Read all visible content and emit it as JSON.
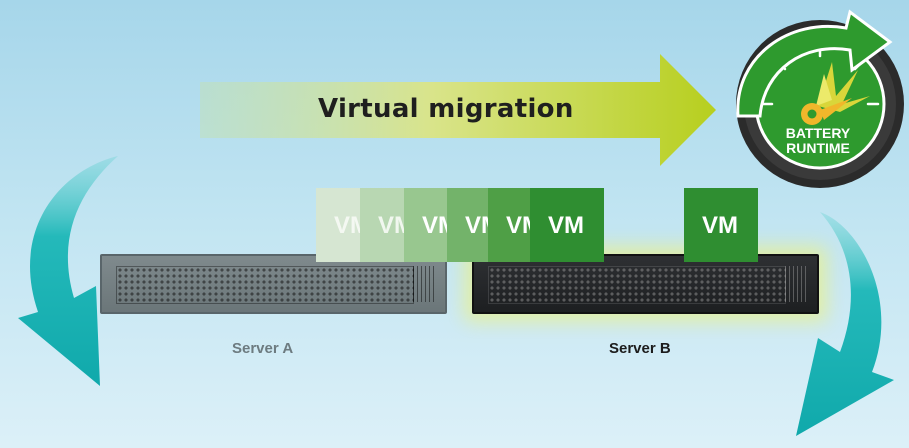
{
  "diagram": {
    "title": "Virtual migration",
    "servers": [
      {
        "name": "Server A",
        "state": "source"
      },
      {
        "name": "Server B",
        "state": "destination"
      }
    ],
    "vm_sequence": [
      "VM",
      "VM",
      "VM",
      "VM",
      "VM",
      "VM"
    ],
    "vm_on_server_b": "VM",
    "badge": {
      "line1": "BATTERY",
      "line2": "RUNTIME"
    },
    "colors": {
      "vm_green": "#2f8e31",
      "arrow_teal": "#1bb5b7",
      "migration_arrow_start": "#bfe0bf",
      "migration_arrow_end": "#c2d42a",
      "badge_green": "#2e9a2e",
      "badge_ring": "#2c2c2c",
      "server_b_glow": "#e8f08c"
    },
    "icons": [
      "migration-arrow",
      "curved-arrow-left",
      "curved-arrow-right",
      "battery-gauge-icon",
      "gauge-needle-icon"
    ]
  }
}
